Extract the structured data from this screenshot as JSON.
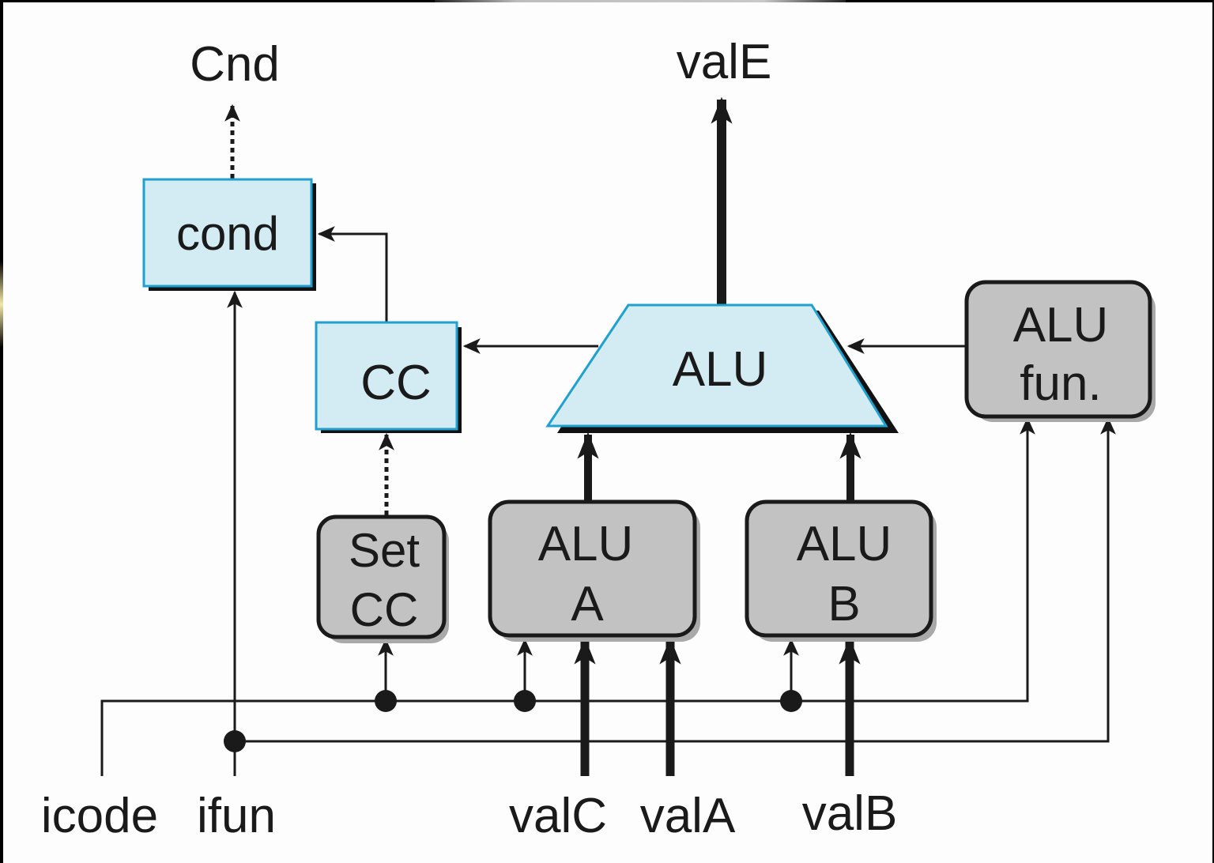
{
  "diagram": {
    "title": "SEQ execute stage hardware",
    "colors": {
      "register_fill": "#d3ecf3",
      "register_stroke": "#1fa0cf",
      "logic_fill": "#c2c2c2",
      "logic_stroke": "#1a1a1a",
      "shadow": "#111111",
      "wire": "#1a1a1a"
    },
    "outputs": {
      "cnd": "Cnd",
      "vale": "valE"
    },
    "blocks": {
      "cond": "cond",
      "cc": "CC",
      "alu": "ALU",
      "alu_fun_line1": "ALU",
      "alu_fun_line2": "fun.",
      "set_cc_line1": "Set",
      "set_cc_line2": "CC",
      "alu_a_line1": "ALU",
      "alu_a_line2": "A",
      "alu_b_line1": "ALU",
      "alu_b_line2": "B"
    },
    "inputs": {
      "icode": "icode",
      "ifun": "ifun",
      "valc": "valC",
      "vala": "valA",
      "valb": "valB"
    }
  }
}
